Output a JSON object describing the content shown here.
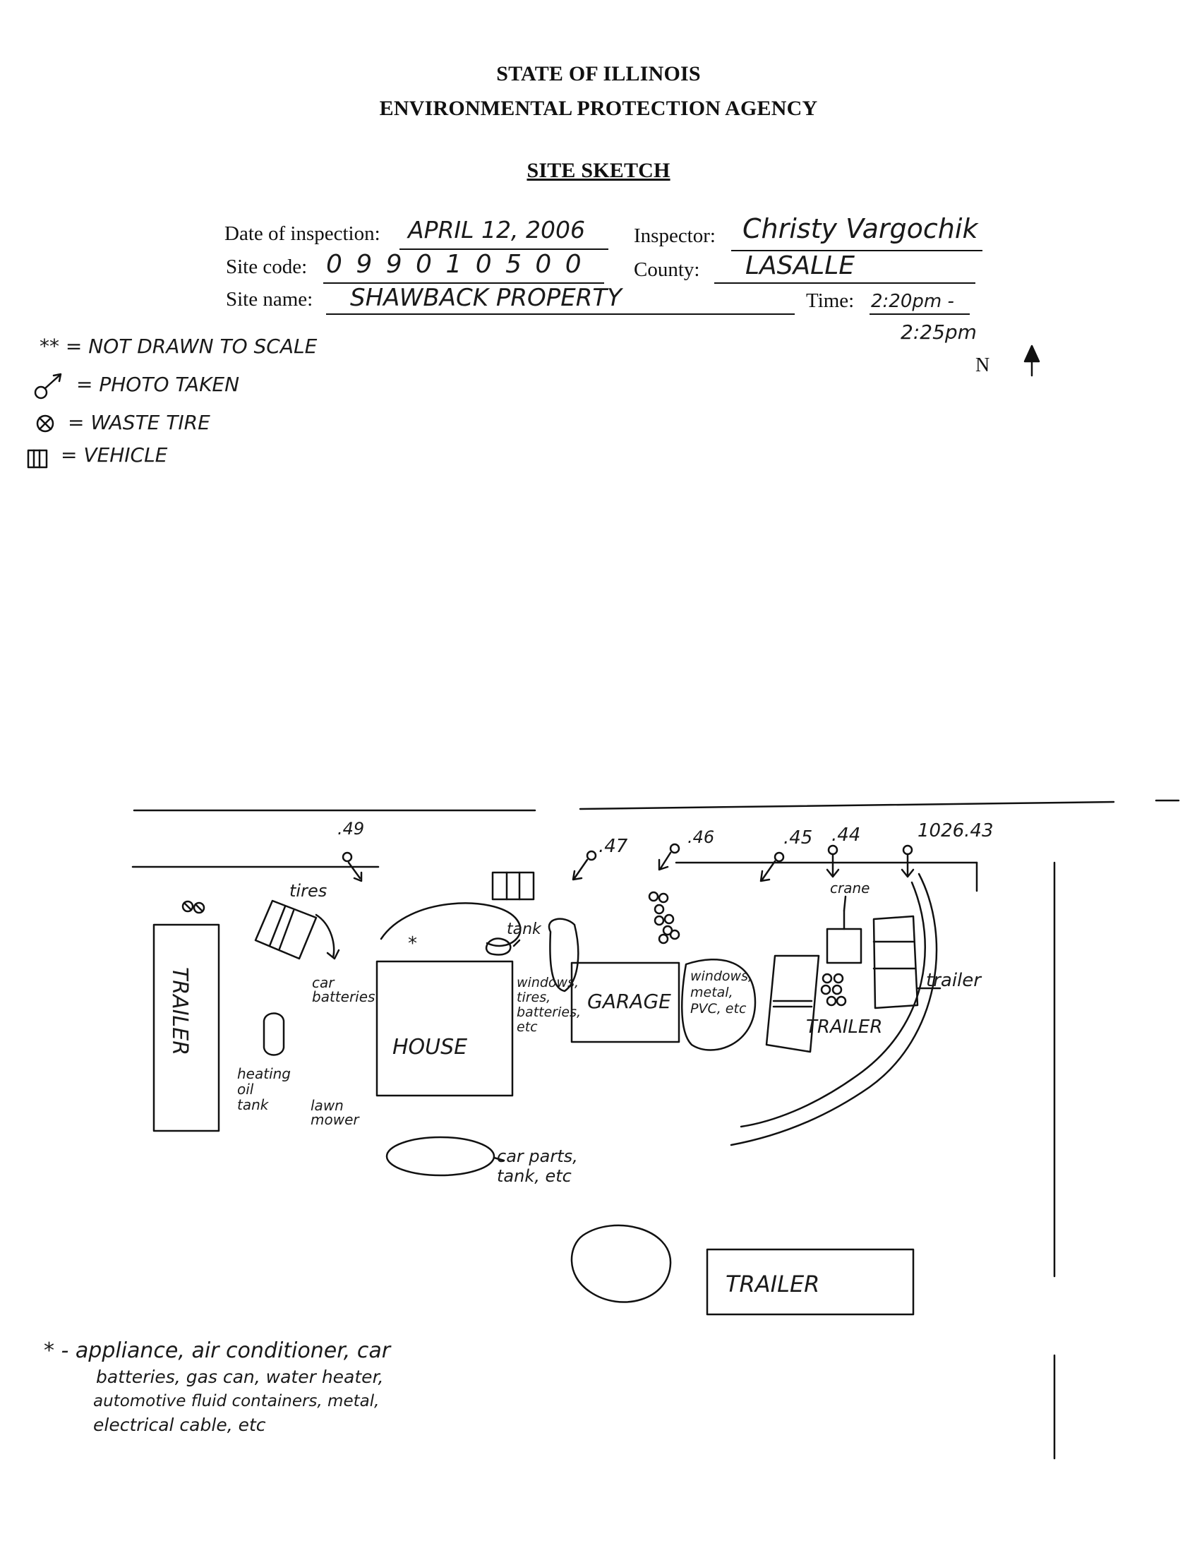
{
  "header": {
    "line1": "STATE OF ILLINOIS",
    "line2": "ENVIRONMENTAL PROTECTION AGENCY",
    "form_title": "SITE SKETCH"
  },
  "form": {
    "date_label": "Date of inspection:",
    "date_value": "APRIL 12, 2006",
    "inspector_label": "Inspector:",
    "inspector_value": "Christy Vargochik",
    "site_code_label": "Site code:",
    "site_code_value": "0 9 9 0 1 0 5 0 0",
    "county_label": "County:",
    "county_value": "LASALLE",
    "site_name_label": "Site name:",
    "site_name_value": "SHAWBACK PROPERTY",
    "time_label": "Time:",
    "time_value": "2:20pm -",
    "time_value_2": "2:25pm"
  },
  "legend": {
    "not_to_scale": "** = NOT DRAWN TO SCALE",
    "photo": "= PHOTO TAKEN",
    "tire": "= WASTE TIRE",
    "vehicle": "= VEHICLE"
  },
  "north": "N",
  "photos": [
    ".49",
    ".47",
    ".46",
    ".45",
    ".44",
    "1026.43"
  ],
  "sketch_labels": {
    "trailer_left": "TRAILER",
    "trailer_mid": "TRAILER",
    "trailer_right": "trailer",
    "trailer_bottom": "TRAILER",
    "house": "HOUSE",
    "garage": "GARAGE",
    "tires": "tires",
    "car_batteries": "car batteries",
    "heating_oil_tank": "heating oil tank",
    "lawn_mower": "lawn mower",
    "tank": "tank",
    "windows_tires": "windows, tires, batteries, etc",
    "windows_metal": "windows, metal, PVC, etc",
    "crane": "crane",
    "car_parts": "car parts, tank, etc",
    "star": "*"
  },
  "footnote": {
    "line1": "* - appliance, air conditioner, car",
    "line2": "batteries, gas can, water heater,",
    "line3": "automotive fluid containers, metal,",
    "line4": "electrical cable, etc"
  }
}
